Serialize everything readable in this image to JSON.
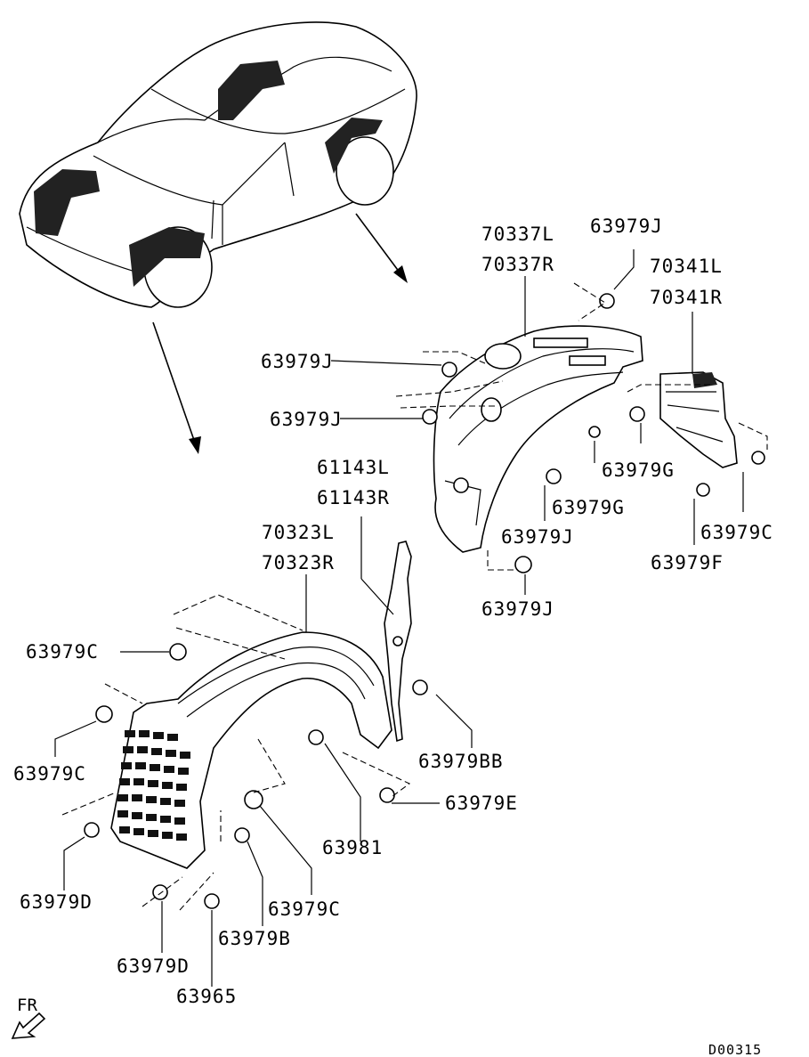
{
  "diagram_id": "D00315",
  "direction_label": "FR",
  "labels": {
    "l70337L": "70337L",
    "l70337R": "70337R",
    "l63979J_top": "63979J",
    "l70341L": "70341L",
    "l70341R": "70341R",
    "l63979J_a": "63979J",
    "l63979J_b": "63979J",
    "l61143L": "61143L",
    "l61143R": "61143R",
    "l63979G_a": "63979G",
    "l63979G_b": "63979G",
    "l63979J_c": "63979J",
    "l63979C_r": "63979C",
    "l63979F": "63979F",
    "l63979J_d": "63979J",
    "l70323L": "70323L",
    "l70323R": "70323R",
    "l63979C_a": "63979C",
    "l63979C_b": "63979C",
    "l63979BB": "63979BB",
    "l63979E": "63979E",
    "l63981": "63981",
    "l63979D_a": "63979D",
    "l63979C_c": "63979C",
    "l63979B": "63979B",
    "l63979D_b": "63979D",
    "l63965": "63965"
  },
  "icons": {
    "direction": "front-arrow-icon"
  }
}
